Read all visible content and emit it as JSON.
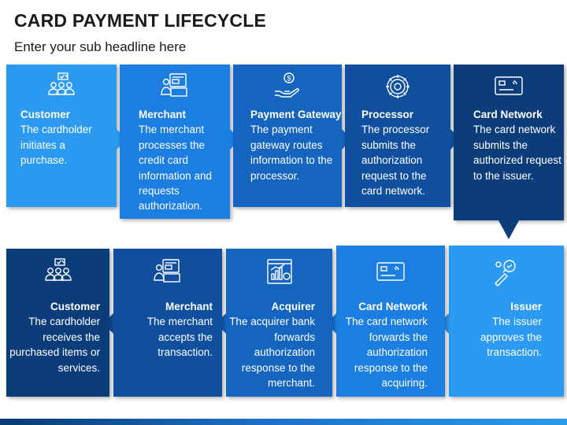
{
  "title": "CARD PAYMENT LIFECYCLE",
  "subtitle": "Enter your sub headline here",
  "colors": {
    "step1": "#2b9af0",
    "step2": "#1b7ee0",
    "step3": "#1565c0",
    "step4": "#104f9e",
    "step5": "#0c3d7a"
  },
  "top_row": [
    {
      "icon": "customers-icon",
      "heading": "Customer",
      "body": "The cardholder initiates a purchase."
    },
    {
      "icon": "merchant-icon",
      "heading": "Merchant",
      "body": "The merchant processes the credit card information and requests authorization."
    },
    {
      "icon": "payment-hand-icon",
      "heading": "Payment Gateway",
      "body": "The payment gateway routes information to the processor."
    },
    {
      "icon": "gear-processor-icon",
      "heading": "Processor",
      "body": "The processor submits the authorization request to the card network."
    },
    {
      "icon": "card-network-icon",
      "heading": "Card Network",
      "body": "The card network submits the authorized request to the issuer."
    }
  ],
  "bottom_row": [
    {
      "icon": "customers-icon",
      "heading": "Customer",
      "body": "The cardholder receives the purchased items or services."
    },
    {
      "icon": "merchant-icon",
      "heading": "Merchant",
      "body": "The merchant accepts the transaction."
    },
    {
      "icon": "acquirer-chart-icon",
      "heading": "Acquirer",
      "body": "The acquirer bank forwards authorization response to the merchant."
    },
    {
      "icon": "card-network-icon",
      "heading": "Card Network",
      "body": "The card network forwards the authorization response to the acquiring."
    },
    {
      "icon": "issuer-approval-icon",
      "heading": "Issuer",
      "body": "The issuer approves the transaction."
    }
  ]
}
